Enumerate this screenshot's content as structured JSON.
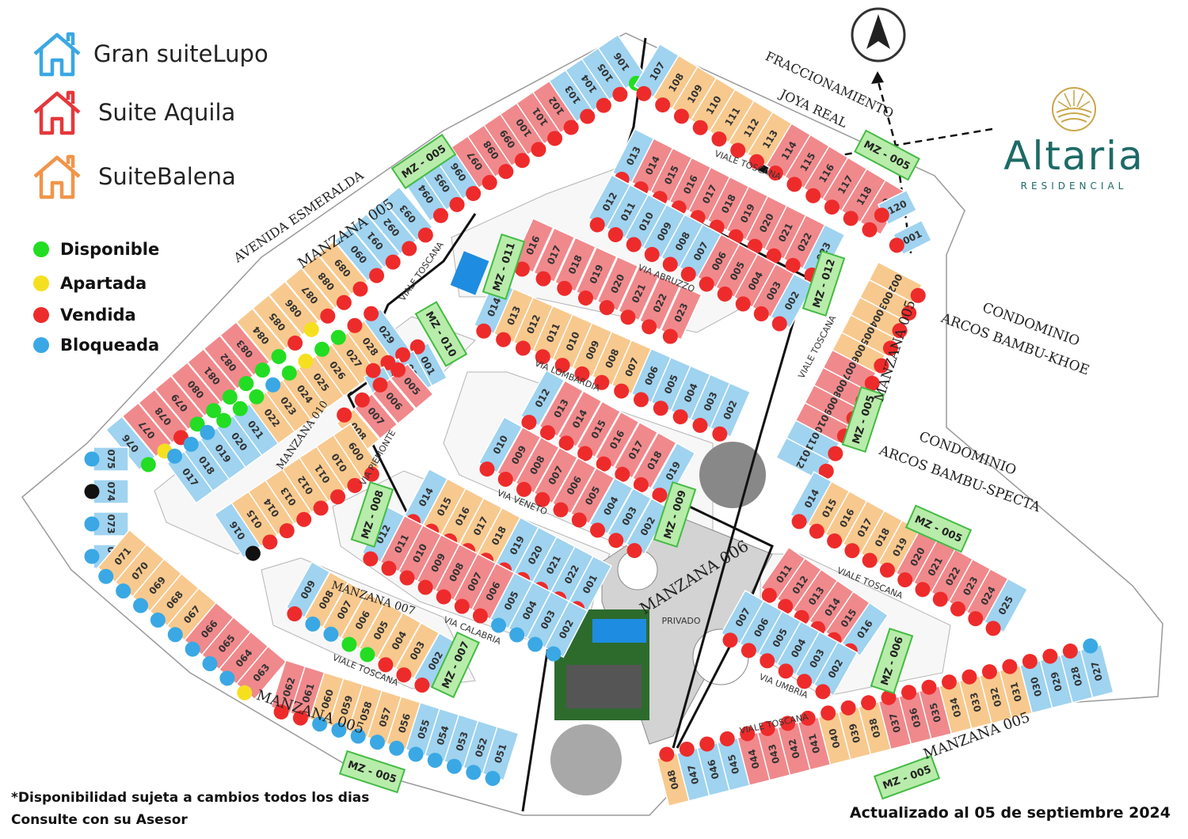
{
  "legend": {
    "types": [
      {
        "label": "Gran suiteLupo",
        "color": "#3aa8e4",
        "icon": "house-outline-icon"
      },
      {
        "label": "Suite Aquila",
        "color": "#e5383b",
        "icon": "house-outline-icon"
      },
      {
        "label": "SuiteBalena",
        "color": "#f0954a",
        "icon": "house-outline-icon"
      }
    ],
    "statuses": [
      {
        "label": "Disponible",
        "color": "#22dd22"
      },
      {
        "label": "Apartada",
        "color": "#f5e020"
      },
      {
        "label": "Vendida",
        "color": "#ee2b2b"
      },
      {
        "label": "Bloqueada",
        "color": "#3aa8e4"
      }
    ]
  },
  "footnote": {
    "line1": "*Disponibilidad sujeta a cambios todos los dias",
    "line2": "Consulte con su Asesor"
  },
  "updated": "Actualizado al 05 de septiembre 2024",
  "brand": {
    "name": "Altaria",
    "subtitle": "RESIDENCIAL",
    "color": "#1e6a66",
    "gold": "#c9a64a"
  },
  "compass": {
    "icon": "north-arrow-icon"
  },
  "colors": {
    "lupo_fill": "#9fd3f0",
    "aquila_fill": "#f0898c",
    "balena_fill": "#f8c98e",
    "zone_fill": "#b8ecaa",
    "zone_stroke": "#44bb44"
  },
  "places": [
    {
      "text": "FRACCIONAMIENTO",
      "angle": 25,
      "size": 16
    },
    {
      "text": "JOYA REAL",
      "angle": 25,
      "size": 16
    },
    {
      "text": "AVENIDA ESMERALDA",
      "angle": -34,
      "size": 16
    },
    {
      "text": "MANZANA 005",
      "angle": -34,
      "size": 18
    },
    {
      "text": "CONDOMINIO",
      "angle": 20,
      "size": 17
    },
    {
      "text": "ARCOS BAMBU-KHOE",
      "angle": 20,
      "size": 17
    },
    {
      "text": "CONDOMINIO",
      "angle": 20,
      "size": 17
    },
    {
      "text": "ARCOS BAMBU-SPECTA",
      "angle": 20,
      "size": 17
    },
    {
      "text": "MANZANA 005",
      "angle": -72,
      "size": 17
    },
    {
      "text": "MANZANA 006",
      "angle": -32,
      "size": 20
    },
    {
      "text": "MANZANA 007",
      "angle": 18,
      "size": 14
    },
    {
      "text": "MANZANA 005",
      "angle": 18,
      "size": 18
    },
    {
      "text": "MANZANA 005",
      "angle": -20,
      "size": 18
    },
    {
      "text": "MANZANA 010",
      "angle": -55,
      "size": 13
    }
  ],
  "streets": [
    {
      "text": "VIALE TOSCANA",
      "angle": 20
    },
    {
      "text": "VIA ABRUZZO",
      "angle": 22
    },
    {
      "text": "VIA LOMBARDIA",
      "angle": 22
    },
    {
      "text": "VIA VENETO",
      "angle": 22
    },
    {
      "text": "VIA CALABRIA",
      "angle": 22
    },
    {
      "text": "VIALE TOSCANA",
      "angle": 22
    },
    {
      "text": "VIA UMBRIA",
      "angle": 22
    },
    {
      "text": "VIALE TOSCANA",
      "angle": -12
    },
    {
      "text": "VIALE TOSCANA",
      "angle": 22
    },
    {
      "text": "VIALE TOSCANA",
      "angle": -62
    },
    {
      "text": "VIALE TOSCANA",
      "angle": -55
    },
    {
      "text": "VIA PIEMONTE",
      "angle": -60
    },
    {
      "text": "PRIVADO",
      "angle": 0
    }
  ],
  "zones": [
    "MZ - 005",
    "MZ - 005",
    "MZ - 011",
    "MZ - 010",
    "MZ - 012",
    "MZ - 005",
    "MZ - 008",
    "MZ - 009",
    "MZ - 005",
    "MZ - 007",
    "MZ - 006",
    "MZ - 005",
    "MZ - 005"
  ],
  "rows": [
    {
      "labels": [
        "094",
        "095",
        "096",
        "097",
        "098",
        "099",
        "100",
        "101",
        "102",
        "103",
        "104",
        "105",
        "106"
      ],
      "types": "LLLAAAAAALLLL",
      "status": "RRRRRRRRRRRRG"
    },
    {
      "labels": [
        "107",
        "108",
        "109",
        "110",
        "111",
        "112",
        "113",
        "114",
        "115",
        "116",
        "117",
        "118",
        "119"
      ],
      "types": "LBBBBBBAAAAAA",
      "status": "RRRRRRRRRRRRR"
    },
    {
      "labels": [
        "076",
        "077",
        "078",
        "079",
        "080",
        "081",
        "082",
        "083",
        "084",
        "085",
        "086",
        "087",
        "088",
        "089",
        "090",
        "091",
        "092",
        "093"
      ],
      "types": "LAAAAAAABBBBBBLLLL",
      "status": "GYRGGGGGGRYRRRRRRR"
    },
    {
      "labels": [
        "120",
        "001"
      ],
      "types": "LL",
      "status": "RR"
    },
    {
      "labels": [
        "002",
        "003",
        "004",
        "005",
        "006",
        "007",
        "008",
        "009",
        "010",
        "011",
        "012"
      ],
      "types": "BBBBBAAAALL",
      "status": "RRRRRRRRRRR"
    },
    {
      "labels": [
        "013",
        "014",
        "015",
        "016",
        "017",
        "018",
        "019",
        "020",
        "021",
        "022",
        "023"
      ],
      "types": "LAAAAAAAAAL",
      "status": "RRRRRRRRRRR"
    },
    {
      "labels": [
        "012",
        "011",
        "010",
        "009",
        "008",
        "007",
        "006",
        "005",
        "004",
        "003",
        "002"
      ],
      "types": "LLLLLLAAAAL",
      "status": "RRRRRRRRRRR"
    },
    {
      "labels": [
        "016",
        "017",
        "018",
        "019",
        "020",
        "021",
        "022",
        "023"
      ],
      "types": "AAAAAAAA",
      "status": "RRRRRRRR"
    },
    {
      "labels": [
        "014",
        "013",
        "012",
        "011",
        "010",
        "009",
        "008",
        "007",
        "006",
        "005",
        "004",
        "003",
        "002"
      ],
      "types": "LBBBBBBBLLLLL",
      "status": "RRRRRRRRRRRRR"
    },
    {
      "labels": [
        "029",
        "028",
        "027",
        "026",
        "025",
        "024",
        "023",
        "022",
        "021",
        "020",
        "019",
        "018",
        "017"
      ],
      "types": "LBBBBBBBLLLLL",
      "status": "RRGGYGBGGGBBB"
    },
    {
      "labels": [
        "001",
        "002",
        "003",
        "004"
      ],
      "types": "LLLL",
      "status": "RRRR"
    },
    {
      "labels": [
        "005",
        "006",
        "007",
        "008"
      ],
      "types": "AAAB",
      "status": "RRRR"
    },
    {
      "labels": [
        "016",
        "015",
        "014",
        "013",
        "012",
        "011",
        "010",
        "009"
      ],
      "types": "LBBBBBBB",
      "status": "KRRRRRRR"
    },
    {
      "labels": [
        "012",
        "013",
        "014",
        "015",
        "016",
        "017",
        "018",
        "019"
      ],
      "types": "LAAAAAAL",
      "status": "RRRRRRRR"
    },
    {
      "labels": [
        "010",
        "009",
        "008",
        "007",
        "006",
        "005",
        "004",
        "003",
        "002"
      ],
      "types": "LAAAAALLL",
      "status": "RRRRRRRRR"
    },
    {
      "labels": [
        "014",
        "015",
        "016",
        "017",
        "018",
        "019",
        "020",
        "021",
        "022",
        "001"
      ],
      "types": "LBBBBLLLLL",
      "status": "RRRRRRRRRR"
    },
    {
      "labels": [
        "012",
        "011",
        "010",
        "009",
        "008",
        "007",
        "006",
        "005",
        "004",
        "003",
        "002"
      ],
      "types": "LAAAAAALLLL",
      "status": "RRRRRRRBBBB"
    },
    {
      "labels": [
        "009",
        "008",
        "007",
        "006",
        "005",
        "004",
        "003",
        "002"
      ],
      "types": "LBBBBBBL",
      "status": "RBBGGRRR"
    },
    {
      "labels": [
        "075",
        "074",
        "073",
        "072"
      ],
      "types": "LLLL",
      "status": "BKBB"
    },
    {
      "labels": [
        "071",
        "070",
        "069",
        "068",
        "067",
        "066",
        "065",
        "064",
        "063"
      ],
      "types": "BBBBBAAAA",
      "status": "BBBBBBBBY"
    },
    {
      "labels": [
        "062",
        "061",
        "060",
        "059",
        "058",
        "057",
        "056",
        "055",
        "054",
        "053",
        "052",
        "051"
      ],
      "types": "AABBBBBLLLLL",
      "status": "RRBBBBBBBBBB"
    },
    {
      "labels": [
        "014",
        "015",
        "016",
        "017",
        "018",
        "019",
        "020",
        "021",
        "022",
        "023",
        "024",
        "025"
      ],
      "types": "LBBBBBAAAAAL",
      "status": "RRRRRRRRRRRR"
    },
    {
      "labels": [
        "011",
        "012",
        "013",
        "014",
        "015",
        "016"
      ],
      "types": "AAAAAL",
      "status": "RRRRRR"
    },
    {
      "labels": [
        "007",
        "006",
        "005",
        "004",
        "003",
        "002"
      ],
      "types": "LLLLLL",
      "status": "RRRRRR"
    },
    {
      "labels": [
        "048",
        "047",
        "046",
        "045",
        "044",
        "043",
        "042",
        "041",
        "040",
        "039",
        "038",
        "037",
        "036",
        "035",
        "034",
        "033",
        "032",
        "031",
        "030",
        "029",
        "028",
        "027"
      ],
      "types": "BLLLAAAABBBAAABBBBLLLL",
      "status": "RRRRRRRRRRRRRRRRRRRRRB"
    }
  ]
}
